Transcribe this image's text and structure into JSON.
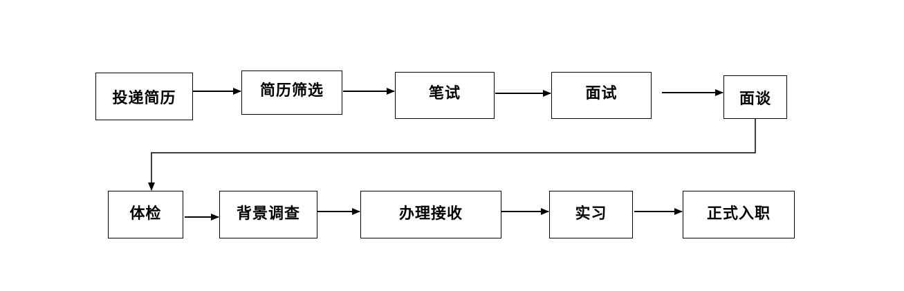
{
  "diagram": {
    "steps": [
      {
        "label": "投递简历"
      },
      {
        "label": "简历筛选"
      },
      {
        "label": "笔试"
      },
      {
        "label": "面试"
      },
      {
        "label": "面谈"
      },
      {
        "label": "体检"
      },
      {
        "label": "背景调查"
      },
      {
        "label": "办理接收"
      },
      {
        "label": "实习"
      },
      {
        "label": "正式入职"
      }
    ],
    "edges": [
      {
        "from": 0,
        "to": 1
      },
      {
        "from": 1,
        "to": 2
      },
      {
        "from": 2,
        "to": 3
      },
      {
        "from": 3,
        "to": 4
      },
      {
        "from": 4,
        "to": 5
      },
      {
        "from": 5,
        "to": 6
      },
      {
        "from": 6,
        "to": 7
      },
      {
        "from": 7,
        "to": 8
      },
      {
        "from": 8,
        "to": 9
      }
    ],
    "colors": {
      "stroke": "#000000",
      "text": "#000000",
      "background": "#ffffff"
    }
  }
}
